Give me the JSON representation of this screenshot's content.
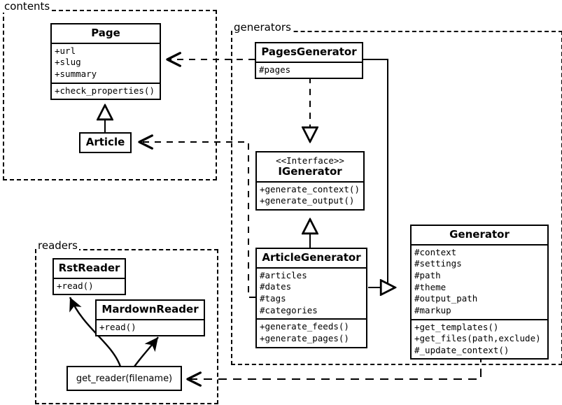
{
  "diagram": {
    "title": "UML class diagram",
    "stroke_color": "#000000",
    "background_color": "#ffffff"
  },
  "packages": [
    {
      "id": "contents",
      "label": "contents"
    },
    {
      "id": "generators",
      "label": "generators"
    },
    {
      "id": "readers",
      "label": "readers"
    }
  ],
  "classes": {
    "page": {
      "name": "Page",
      "attributes": [
        "+url",
        "+slug",
        "+summary"
      ],
      "methods": [
        "+check_properties()"
      ]
    },
    "article": {
      "name": "Article",
      "attributes": [],
      "methods": []
    },
    "pages_generator": {
      "name": "PagesGenerator",
      "attributes": [
        "#pages"
      ],
      "methods": []
    },
    "igenerator": {
      "stereotype": "<<Interface>>",
      "name": "IGenerator",
      "attributes": [],
      "methods": [
        "+generate_context()",
        "+generate_output()"
      ]
    },
    "article_generator": {
      "name": "ArticleGenerator",
      "attributes": [
        "#articles",
        "#dates",
        "#tags",
        "#categories"
      ],
      "methods": [
        "+generate_feeds()",
        "+generate_pages()"
      ]
    },
    "generator": {
      "name": "Generator",
      "attributes": [
        "#context",
        "#settings",
        "#path",
        "#theme",
        "#output_path",
        "#markup"
      ],
      "methods": [
        "+get_templates()",
        "+get_files(path,exclude)",
        "#_update_context()"
      ]
    },
    "rst_reader": {
      "name": "RstReader",
      "attributes": [],
      "methods": [
        "+read()"
      ]
    },
    "mardown_reader": {
      "name": "MardownReader",
      "attributes": [],
      "methods": [
        "+read()"
      ]
    }
  },
  "functions": {
    "get_reader": {
      "label": "get_reader(filename)"
    }
  },
  "relations": [
    {
      "id": "article-extends-page",
      "type": "generalization",
      "from": "Article",
      "to": "Page"
    },
    {
      "id": "pagesgenerator-realizes-igenerator",
      "type": "realization",
      "from": "PagesGenerator",
      "to": "IGenerator"
    },
    {
      "id": "articlegenerator-realizes-igenerator",
      "type": "realization",
      "from": "ArticleGenerator",
      "to": "IGenerator"
    },
    {
      "id": "pagesgenerator-extends-generator",
      "type": "generalization",
      "from": "PagesGenerator",
      "to": "Generator"
    },
    {
      "id": "articlegenerator-extends-generator",
      "type": "generalization",
      "from": "ArticleGenerator",
      "to": "Generator"
    },
    {
      "id": "pagesgenerator-uses-page",
      "type": "dependency",
      "from": "PagesGenerator",
      "to": "Page"
    },
    {
      "id": "articlegenerator-uses-article",
      "type": "dependency",
      "from": "ArticleGenerator",
      "to": "Article"
    },
    {
      "id": "generator-uses-get-reader",
      "type": "dependency",
      "from": "Generator",
      "to": "get_reader(filename)"
    },
    {
      "id": "get-reader-creates-rstreader",
      "type": "create",
      "from": "get_reader(filename)",
      "to": "RstReader"
    },
    {
      "id": "get-reader-creates-mardownreader",
      "type": "create",
      "from": "get_reader(filename)",
      "to": "MardownReader"
    }
  ]
}
